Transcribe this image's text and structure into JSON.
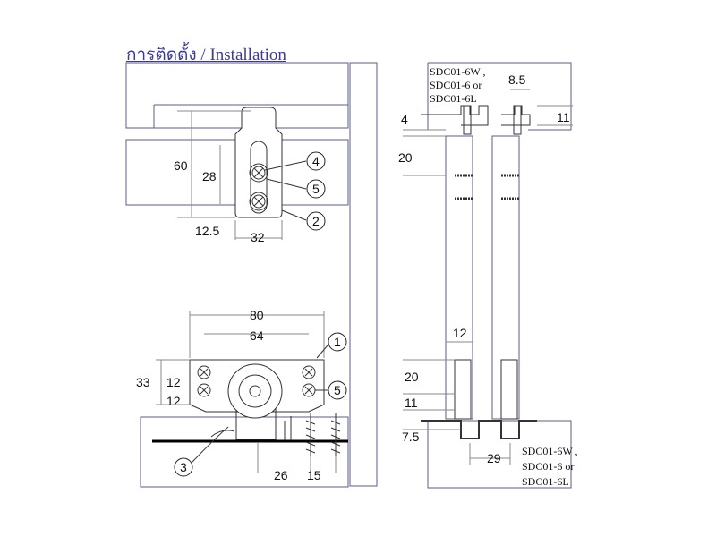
{
  "title": "การติดตั้ง / Installation",
  "colors": {
    "line": "#5b5b8a",
    "ink": "#111111",
    "title": "#3b3a9a",
    "rail": "#000000"
  },
  "top_left_view": {
    "dims": {
      "height_60": "60",
      "height_28": "28",
      "offset_12_5": "12.5",
      "width_32": "32"
    },
    "callouts": {
      "c4": "4",
      "c5": "5",
      "c2": "2"
    }
  },
  "bottom_left_view": {
    "dims": {
      "width_80": "80",
      "width_64": "64",
      "height_33": "33",
      "v12a": "12",
      "v12b": "12",
      "w26": "26",
      "w15": "15"
    },
    "callouts": {
      "c1": "1",
      "c5": "5",
      "c3": "3"
    }
  },
  "right_view": {
    "top_model": {
      "line1": "SDC01-6W ,",
      "line2": "SDC01-6 or",
      "line3": "SDC01-6L"
    },
    "bottom_model": {
      "line1": "SDC01-6W ,",
      "line2": "SDC01-6 or",
      "line3": "SDC01-6L"
    },
    "dims": {
      "d8_5": "8.5",
      "d4": "4",
      "d11_top": "11",
      "d20_top": "20",
      "d12": "12",
      "d20_bot": "20",
      "d11_bot": "11",
      "d7_5": "7.5",
      "d29": "29"
    }
  }
}
